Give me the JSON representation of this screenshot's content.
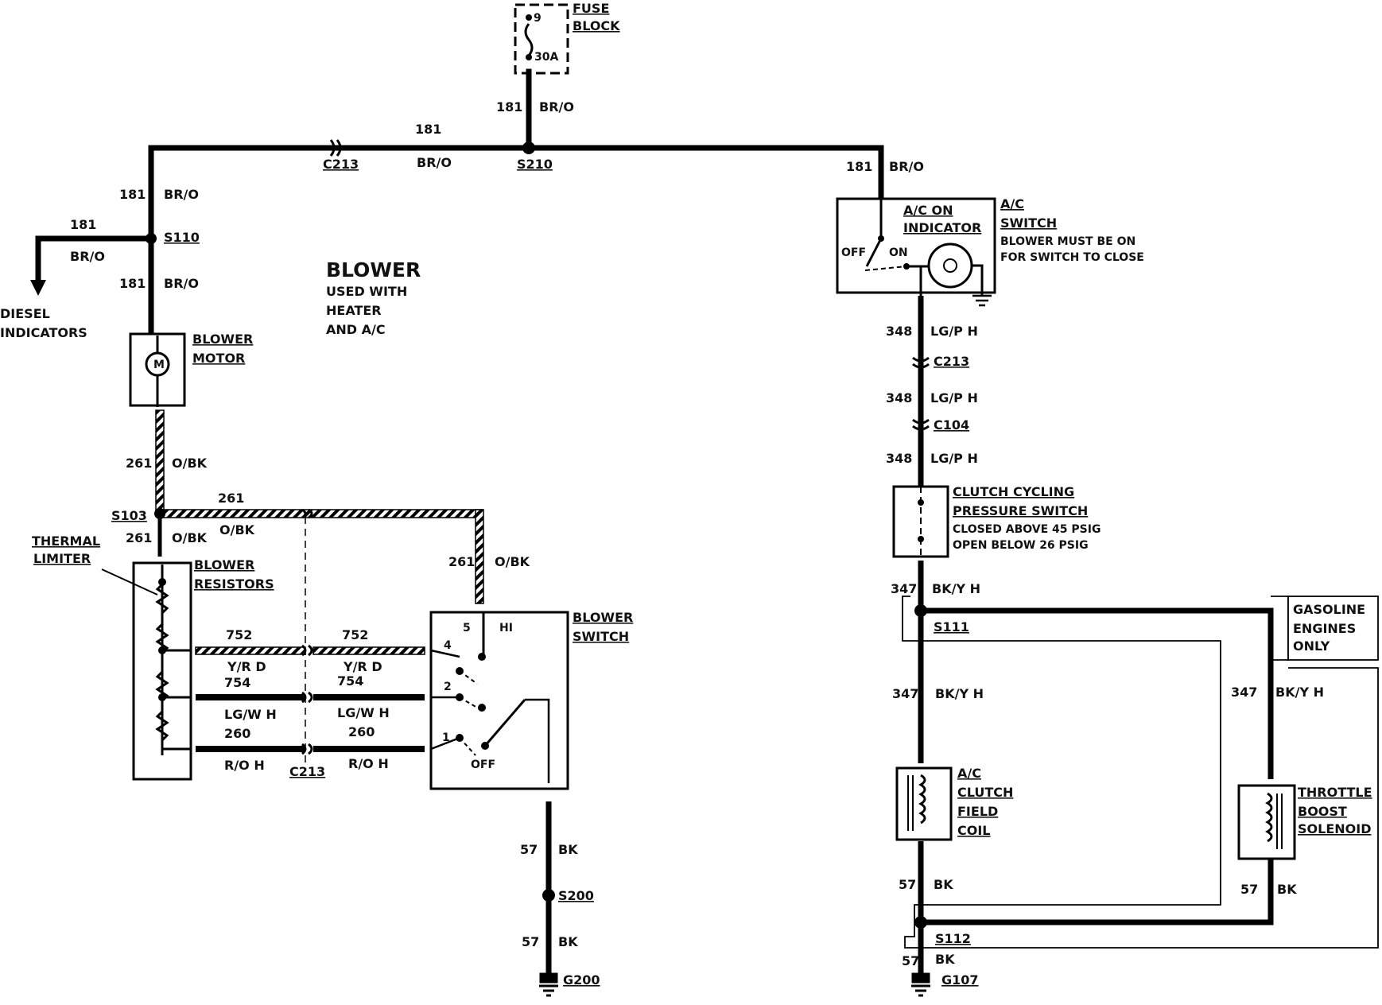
{
  "colors": {
    "ink": "#111111",
    "wire": "#000000",
    "paper": "#ffffff"
  },
  "fuse_block": {
    "label_1": "FUSE",
    "label_2": "BLOCK",
    "fuse_number": "9",
    "fuse_rating": "30A"
  },
  "blower_title": {
    "title": "BLOWER",
    "line_1": "USED WITH",
    "line_2": "HEATER",
    "line_3": "AND A/C"
  },
  "wires": {
    "feed_top": {
      "circuit": "181",
      "color": "BR/O"
    },
    "feed_left_mid": {
      "circuit": "181",
      "color": "BR/O"
    },
    "feed_right": {
      "circuit": "181",
      "color": "BR/O"
    },
    "feed_left_upper": {
      "circuit": "181",
      "color": "BR/O"
    },
    "feed_diesel": {
      "circuit": "181",
      "color": "BR/O"
    },
    "feed_left_lower": {
      "circuit": "181",
      "color": "BR/O"
    },
    "motor_out": {
      "circuit": "261",
      "color": "O/BK"
    },
    "s103_top": {
      "circuit": "261",
      "color": "O/BK"
    },
    "s103_down": {
      "circuit": "261",
      "color": "O/BK"
    },
    "switch_in": {
      "circuit": "261",
      "color": "O/BK"
    },
    "w752_left": {
      "circuit": "752",
      "color": "Y/R D"
    },
    "w752_right": {
      "circuit": "752",
      "color": "Y/R D"
    },
    "w754_left": {
      "circuit": "754",
      "color": "LG/W H"
    },
    "w754_right": {
      "circuit": "754",
      "color": "LG/W H"
    },
    "w260_left": {
      "circuit": "260",
      "color": "R/O H"
    },
    "w260_right": {
      "circuit": "260",
      "color": "R/O H"
    },
    "gnd_left_1": {
      "circuit": "57",
      "color": "BK"
    },
    "gnd_left_2": {
      "circuit": "57",
      "color": "BK"
    },
    "w348_1": {
      "circuit": "348",
      "color": "LG/P H"
    },
    "w348_2": {
      "circuit": "348",
      "color": "LG/P H"
    },
    "w348_3": {
      "circuit": "348",
      "color": "LG/P H"
    },
    "w347_top": {
      "circuit": "347",
      "color": "BK/Y H"
    },
    "w347_left": {
      "circuit": "347",
      "color": "BK/Y H"
    },
    "w347_right": {
      "circuit": "347",
      "color": "BK/Y H"
    },
    "gnd_right_1": {
      "circuit": "57",
      "color": "BK"
    },
    "gnd_right_2": {
      "circuit": "57",
      "color": "BK"
    },
    "gnd_right_3": {
      "circuit": "57",
      "color": "BK"
    }
  },
  "connectors": {
    "c213_top": "C213",
    "s210": "S210",
    "s110": "S110",
    "s103": "S103",
    "c213_bottom": "C213",
    "s200": "S200",
    "g200": "G200",
    "c213_right": "C213",
    "c104": "C104",
    "s111": "S111",
    "s112": "S112",
    "g107": "G107"
  },
  "diesel": {
    "line_1": "DIESEL",
    "line_2": "INDICATORS"
  },
  "blower_motor": {
    "label_1": "BLOWER",
    "label_2": "MOTOR",
    "symbol": "M"
  },
  "thermal_limiter": {
    "line_1": "THERMAL",
    "line_2": "LIMITER"
  },
  "blower_resistors": {
    "label_1": "BLOWER",
    "label_2": "RESISTORS"
  },
  "blower_switch": {
    "label_1": "BLOWER",
    "label_2": "SWITCH",
    "pos_5": "5",
    "pos_hi": "HI",
    "pos_4": "4",
    "pos_2": "2",
    "pos_1": "1",
    "pos_off": "OFF"
  },
  "ac_switch": {
    "label_1": "A/C",
    "label_2": "SWITCH",
    "note_1": "BLOWER MUST BE ON",
    "note_2": "FOR SWITCH TO CLOSE",
    "indicator_1": "A/C ON",
    "indicator_2": "INDICATOR",
    "off": "OFF",
    "on": "ON"
  },
  "clutch_cycling": {
    "line_1": "CLUTCH CYCLING",
    "line_2": "PRESSURE SWITCH",
    "note_1": "CLOSED ABOVE 45 PSIG",
    "note_2": "OPEN BELOW 26 PSIG"
  },
  "gasoline": {
    "line_1": "GASOLINE",
    "line_2": "ENGINES",
    "line_3": "ONLY"
  },
  "ac_clutch": {
    "line_1": "A/C",
    "line_2": "CLUTCH",
    "line_3": "FIELD",
    "line_4": "COIL"
  },
  "throttle_boost": {
    "line_1": "THROTTLE",
    "line_2": "BOOST",
    "line_3": "SOLENOID"
  }
}
